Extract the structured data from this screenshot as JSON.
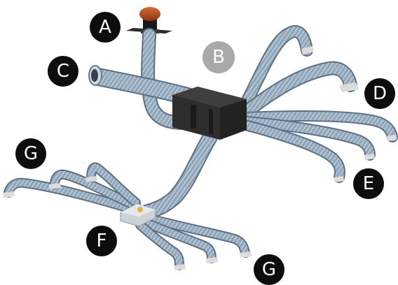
{
  "labels": {
    "a": "A",
    "b": "B",
    "c": "C",
    "d": "D",
    "e": "E",
    "f": "F",
    "g_upper": "G",
    "g_lower": "G"
  },
  "colors": {
    "duct": "#7f96ab",
    "duct_highlight": "#c4d2de",
    "duct_shadow": "#53677a",
    "unit_body": "#2b2b2b",
    "unit_top": "#3d3d3d",
    "roof_cap": "#b24a1c",
    "terminal": "#d9d9d9",
    "badge_dark": "#0d0d0d",
    "badge_grey": "#a9a9a9"
  }
}
